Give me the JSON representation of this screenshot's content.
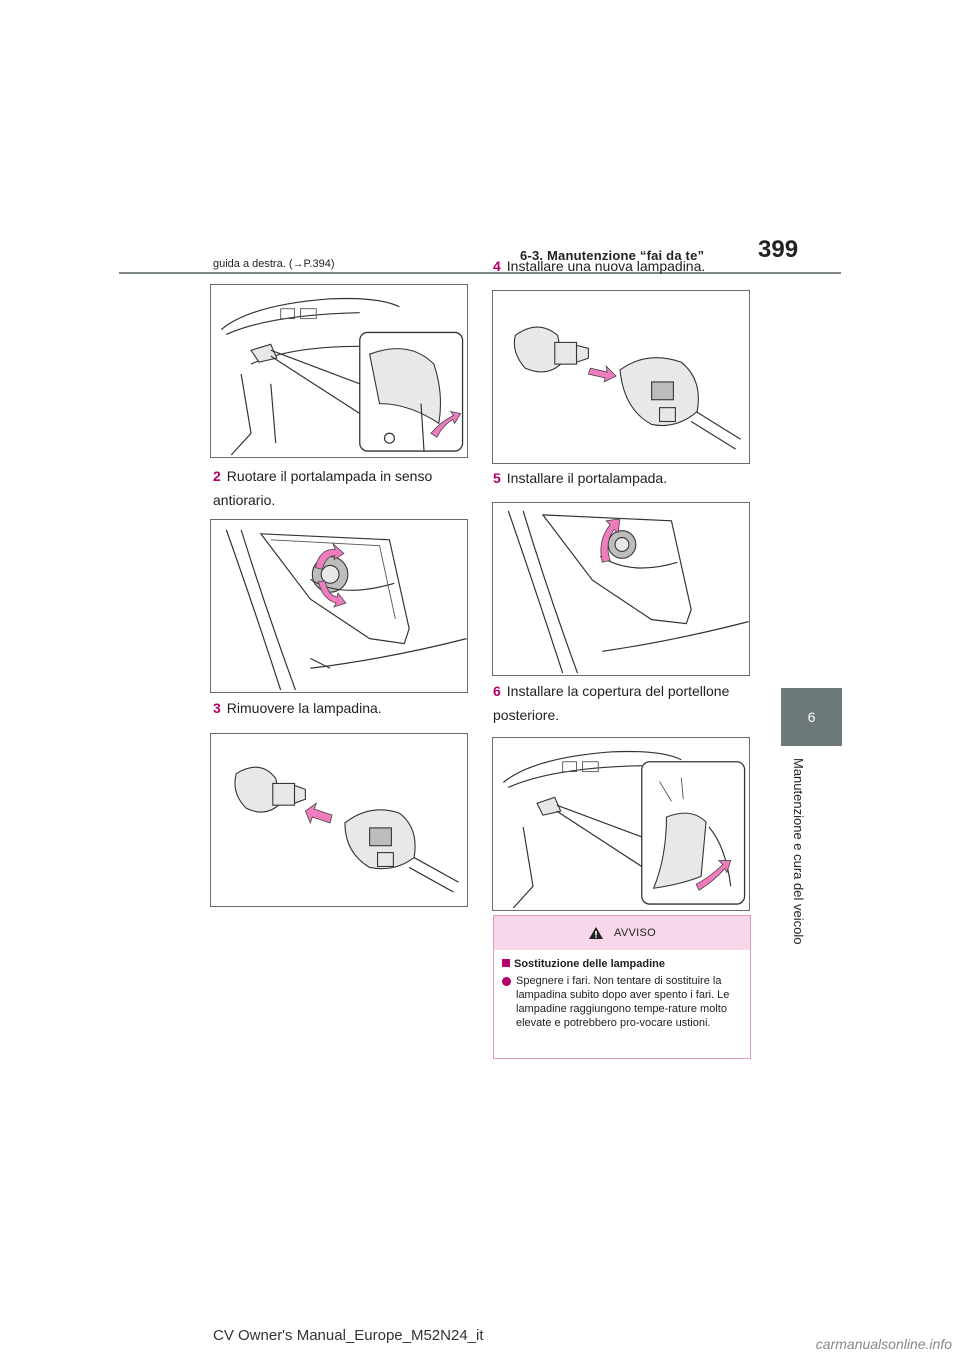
{
  "header": {
    "page_number": "399",
    "section": "6-3. Manutenzione “fai da te”"
  },
  "side": {
    "tab": "6",
    "label": "Manutenzione e cura del veicolo"
  },
  "intro": "guida a destra. (→P.394)",
  "steps": [
    {
      "num": "2",
      "text": "Ruotare il portalampada in senso antiorario."
    },
    {
      "num": "3",
      "text": "Rimuovere la lampadina."
    },
    {
      "num": "4",
      "text": "Installare una nuova lampadina."
    },
    {
      "num": "5",
      "text": "Installare il portalampada."
    },
    {
      "num": "6",
      "text": "Installare la copertura del portellone posteriore."
    }
  ],
  "warning": {
    "title": "AVVISO",
    "subtitle": "Sostituzione delle lampadine",
    "text": "Spegnere i fari. Non tentare di sostituire la lampadina subito dopo aver spento i fari. Le lampadine raggiungono tempe-rature molto elevate e potrebbero pro-vocare ustioni."
  },
  "footer": "CV Owner's Manual_Europe_M52N24_it",
  "watermark": "carmanualsonline.info",
  "colors": {
    "accent": "#b5006a",
    "tab": "#6c7978",
    "warning_bg": "#f8d7ea",
    "arrow": "#f07bbd"
  }
}
